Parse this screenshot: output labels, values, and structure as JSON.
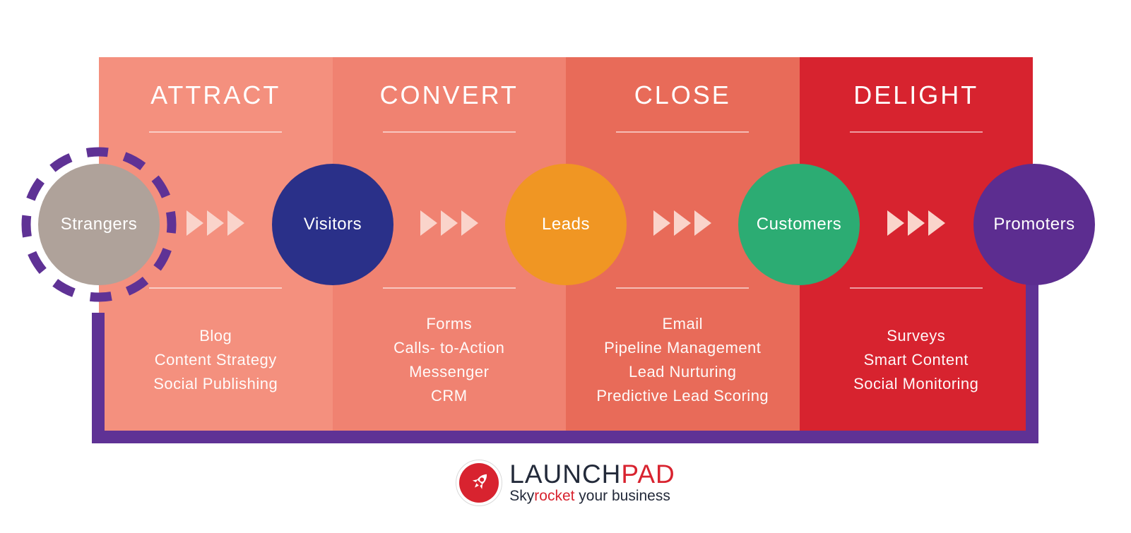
{
  "stages": [
    {
      "label": "ATTRACT",
      "color": "#F4907E",
      "items": [
        "Blog",
        "Content Strategy",
        "Social Publishing"
      ]
    },
    {
      "label": "CONVERT",
      "color": "#F08271",
      "items": [
        "Forms",
        "Calls- to-Action",
        "Messenger",
        "CRM"
      ]
    },
    {
      "label": "CLOSE",
      "color": "#E86B59",
      "items": [
        "Email",
        "Pipeline Management",
        "Lead Nurturing",
        "Predictive Lead Scoring"
      ]
    },
    {
      "label": "DELIGHT",
      "color": "#D7232F",
      "items": [
        "Surveys",
        "Smart Content",
        "Social Monitoring"
      ]
    }
  ],
  "funnel_circles": [
    {
      "label": "Strangers",
      "color": "#AFA29A"
    },
    {
      "label": "Visitors",
      "color": "#2A3089"
    },
    {
      "label": "Leads",
      "color": "#F09623"
    },
    {
      "label": "Customers",
      "color": "#2CAC73"
    },
    {
      "label": "Promoters",
      "color": "#5C2D90"
    }
  ],
  "logo": {
    "brand_primary": "LAUNCH",
    "brand_accent": "PAD",
    "tagline_primary": "Sky",
    "tagline_accent": "rocket",
    "tagline_rest": " your business",
    "icon": "rocket-icon"
  },
  "colors": {
    "attract": "#F4907E",
    "convert": "#F08271",
    "close": "#E86B59",
    "delight": "#D7232F",
    "strangers": "#AFA29A",
    "visitors": "#2A3089",
    "leads": "#F09623",
    "customers": "#2CAC73",
    "promoters": "#5C2D90",
    "frame": "#5F3295",
    "arrow": "#FAD4CB",
    "rule": "rgba(255,255,255,0.55)",
    "logo_dark": "#232A3A",
    "logo_red": "#D8232F"
  }
}
